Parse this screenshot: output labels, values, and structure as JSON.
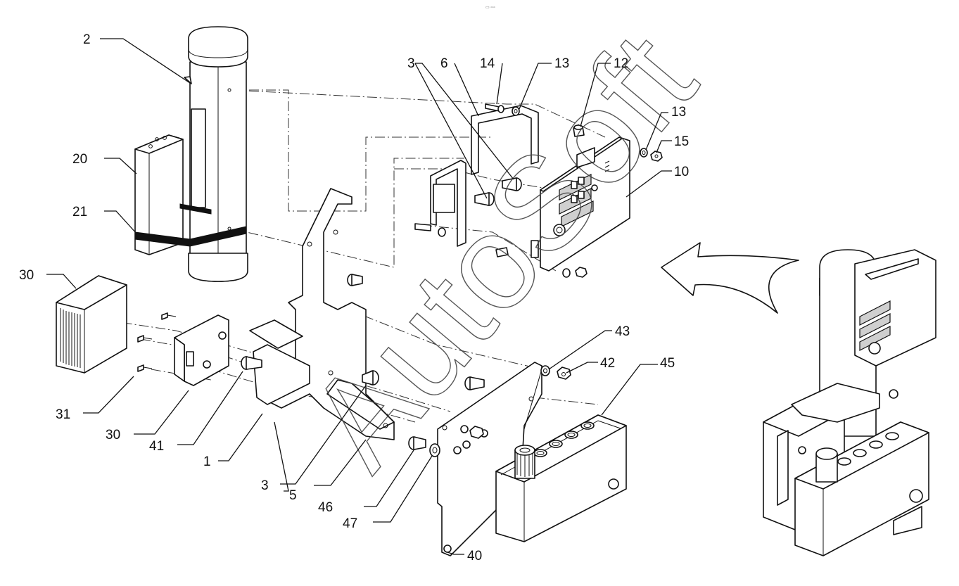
{
  "callouts": [
    {
      "id": "c2",
      "text": "2"
    },
    {
      "id": "c20",
      "text": "20"
    },
    {
      "id": "c21",
      "text": "21"
    },
    {
      "id": "c30a",
      "text": "30"
    },
    {
      "id": "c31",
      "text": "31"
    },
    {
      "id": "c30b",
      "text": "30"
    },
    {
      "id": "c41",
      "text": "41"
    },
    {
      "id": "c1",
      "text": "1"
    },
    {
      "id": "c3b",
      "text": "3"
    },
    {
      "id": "c5",
      "text": "5"
    },
    {
      "id": "c46",
      "text": "46"
    },
    {
      "id": "c47",
      "text": "47"
    },
    {
      "id": "c40",
      "text": "40"
    },
    {
      "id": "c3a",
      "text": "3"
    },
    {
      "id": "c6",
      "text": "6"
    },
    {
      "id": "c14",
      "text": "14"
    },
    {
      "id": "c13a",
      "text": "13"
    },
    {
      "id": "c12",
      "text": "12"
    },
    {
      "id": "c13b",
      "text": "13"
    },
    {
      "id": "c15",
      "text": "15"
    },
    {
      "id": "c10",
      "text": "10"
    },
    {
      "id": "c43",
      "text": "43"
    },
    {
      "id": "c42",
      "text": "42"
    },
    {
      "id": "c45",
      "text": "45"
    }
  ],
  "watermark": {
    "text": "AutoSoft",
    "color": "#444444"
  },
  "assembled_view_arrow": "curved-arrow-icon",
  "colors": {
    "line": "#111111",
    "background": "#ffffff"
  }
}
